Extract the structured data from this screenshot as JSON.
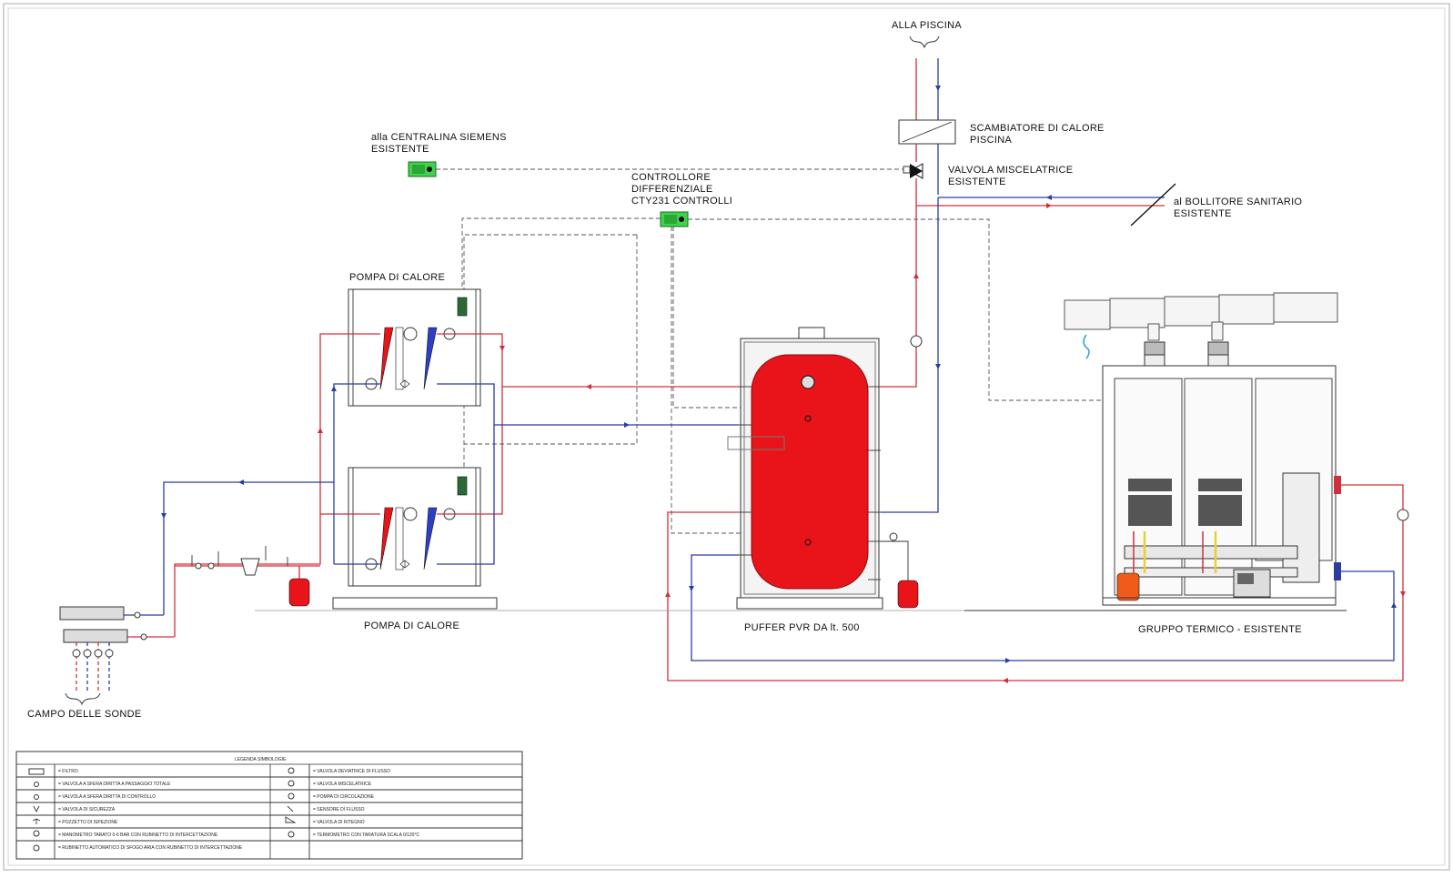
{
  "labels": {
    "alla_piscina": "ALLA PISCINA",
    "scambiatore_line1": "SCAMBIATORE DI CALORE",
    "scambiatore_line2": "PISCINA",
    "valvola_line1": "VALVOLA MISCELATRICE",
    "valvola_line2": "ESISTENTE",
    "centralina_line1": "alla CENTRALINA SIEMENS",
    "centralina_line2": "ESISTENTE",
    "controllore_line1": "CONTROLLORE",
    "controllore_line2": "DIFFERENZIALE",
    "controllore_line3": "CTY231 CONTROLLI",
    "bollitore_line1": "al BOLLITORE SANITARIO",
    "bollitore_line2": "ESISTENTE",
    "pompa_top": "POMPA DI CALORE",
    "pompa_bottom": "POMPA DI CALORE",
    "puffer": "PUFFER PVR DA lt. 500",
    "gruppo": "GRUPPO TERMICO - ESISTENTE",
    "campo": "CAMPO DELLE SONDE"
  },
  "legend": {
    "title": "LEGENDA SIMBOLOGIE",
    "left_items": [
      "= FILTRO",
      "= VALVOLA A SFERA DIRITTA A PASSAGGIO TOTALE",
      "= VALVOLA A SFERA DIRITTA DI CONTROLLO",
      "= VALVOLA DI SICUREZZA",
      "= POZZETTO DI ISPEZIONE",
      "= MANOMETRO TARATO 0-6 BAR CON RUBINETTO DI INTERCETTAZIONE",
      "= RUBINETTO AUTOMATICO DI SFOGO ARIA CON RUBINETTO DI INTERCETTAZIONE"
    ],
    "right_items": [
      "= VALVOLA DEVIATRICE DI FLUSSO",
      "= VALVOLA MISCELATRICE",
      "= POMPA DI CIRCOLAZIONE",
      "= SENSORE DI FLUSSO",
      "= VALVOLA DI RITEGNO",
      "= TERMOMETRO CON TARATURA SCALA 0/120°C"
    ]
  },
  "colors": {
    "hot": "#d0303a",
    "cold": "#2b3ea0",
    "tank": "#e8141a",
    "controller": "#3fd24a"
  }
}
